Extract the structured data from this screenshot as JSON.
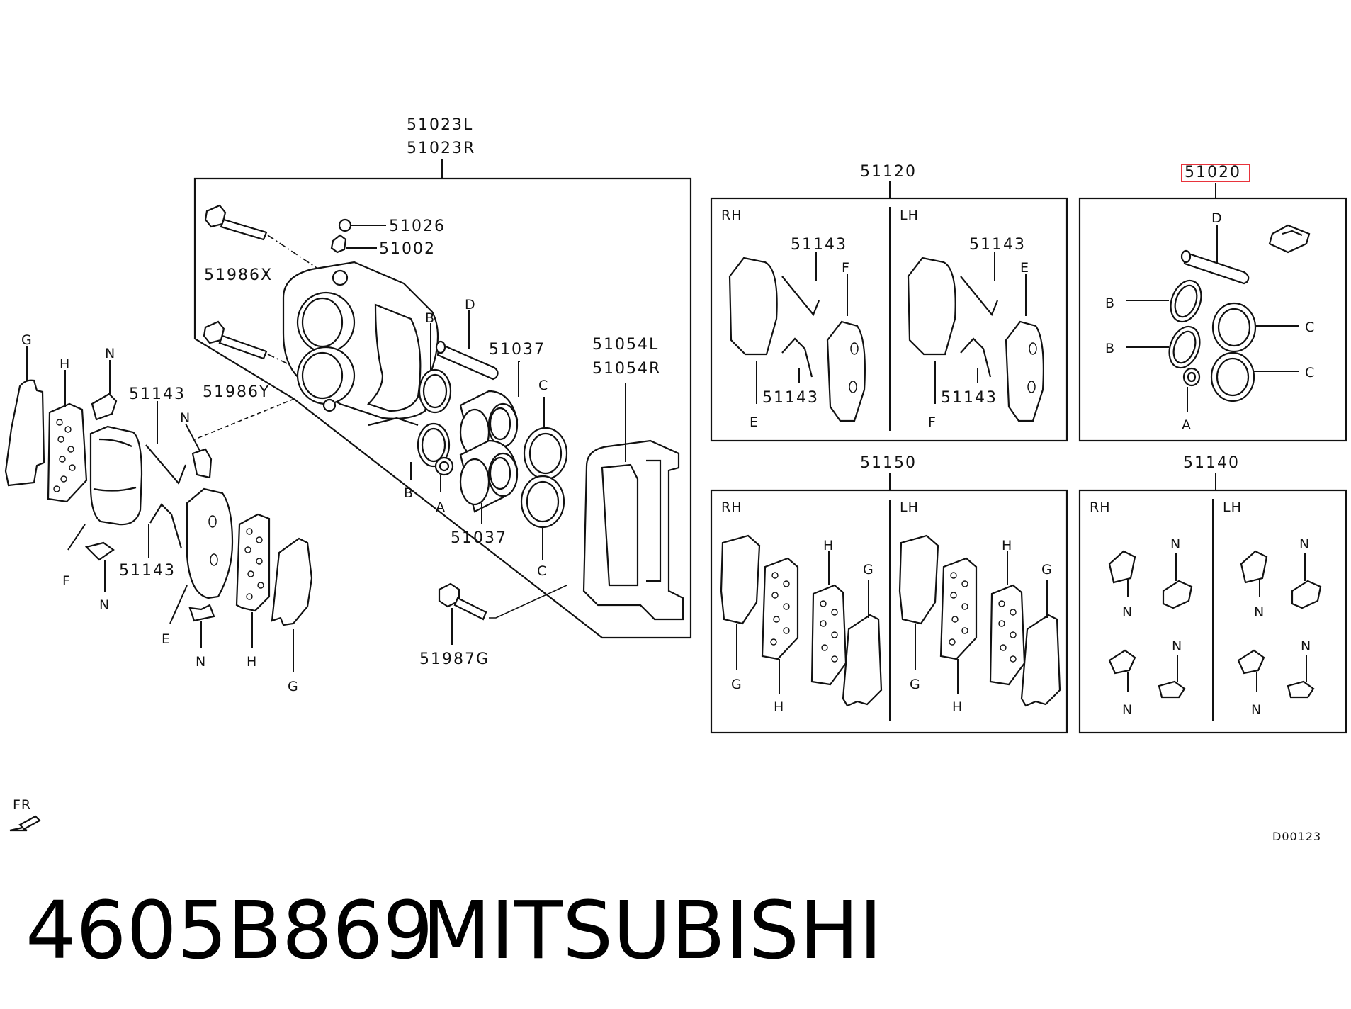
{
  "diagram": {
    "caliper_assembly": {
      "part_numbers": [
        "51023L",
        "51023R"
      ],
      "callouts": {
        "bleeder_cap": "51026",
        "bleeder_screw": "51002",
        "guide_pin_x": "51986X",
        "guide_pin_y": "51986Y",
        "piston_upper": "51037",
        "piston_lower": "51037",
        "bracket": [
          "51054L",
          "51054R"
        ],
        "bracket_bolt": "51987G",
        "pin_letter": "D",
        "boot_letter": "B",
        "boot_letter_2": "B",
        "bushing_letter": "A",
        "seal_letter": "C",
        "seal_letter_2": "C"
      }
    },
    "exploded_pads": {
      "shim_outer_letter": "G",
      "shim_inner_letter": "H",
      "clip_top_letter": "N",
      "clip_upper_letter": "N",
      "clip_lower_letter": "N",
      "clip_bottom_letter": "N",
      "pad_outer_letter": "F",
      "pad_inner_letter": "E",
      "shim_h2_letter": "H",
      "shim_g2_letter": "G",
      "spring_upper": "51143",
      "spring_lower": "51143"
    },
    "kit_51120": {
      "number": "51120",
      "rh": {
        "side": "RH",
        "spring_top": "51143",
        "spring_bottom": "51143",
        "pad_left": "E",
        "pad_right": "F"
      },
      "lh": {
        "side": "LH",
        "spring_top": "51143",
        "spring_bottom": "51143",
        "pad_left": "F",
        "pad_right": "E"
      }
    },
    "kit_51020": {
      "number": "51020",
      "highlighted": true,
      "highlight_color": "#e8333b",
      "labels": {
        "pin": "D",
        "boot_top": "B",
        "boot_bottom": "B",
        "seal_top": "C",
        "seal_bottom": "C",
        "bushing": "A"
      }
    },
    "kit_51150": {
      "number": "51150",
      "rh": {
        "side": "RH",
        "g_bottom": "G",
        "h_bottom": "H",
        "h_top": "H",
        "g_top": "G"
      },
      "lh": {
        "side": "LH",
        "g_bottom": "G",
        "h_bottom": "H",
        "h_top": "H",
        "g_top": "G"
      }
    },
    "kit_51140": {
      "number": "51140",
      "rh": {
        "side": "RH",
        "n1": "N",
        "n2": "N",
        "n3": "N",
        "n4": "N"
      },
      "lh": {
        "side": "LH",
        "n1": "N",
        "n2": "N",
        "n3": "N",
        "n4": "N"
      }
    },
    "direction_label": "FR",
    "diagram_code": "D00123"
  },
  "caption": {
    "part_number": "4605B869",
    "brand": "MITSUBISHI"
  }
}
